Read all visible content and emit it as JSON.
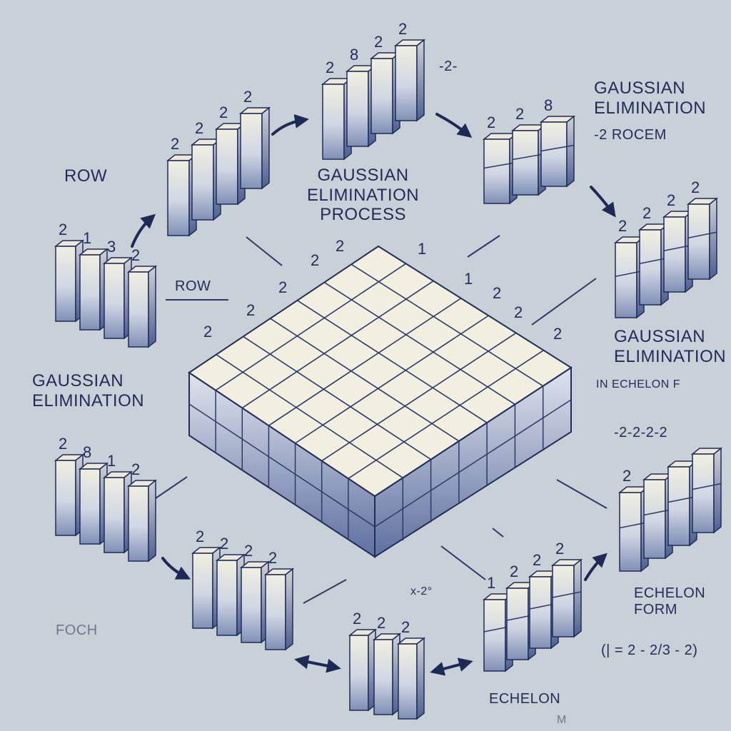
{
  "labels": {
    "row_left": "ROW",
    "row_mid": "ROW",
    "gaussian_center": "GAUSSIAN\nELIMINATION\nPROCESS",
    "gaussian_left": "GAUSSIAN\nELIMINATION",
    "gaussian_topright": "GAUSSIAN\nELIMINATION",
    "rocem": "-2 ROCEM",
    "gaussian_right": "GAUSSIAN\nELIMINATION",
    "in_echelon": "IN ECHELON F",
    "echelon_form": "ECHELON\nFORM",
    "formula": "(| = 2 - 2/3 - 2)",
    "echelon_bottom": "ECHELON",
    "foch": "FOCH",
    "x_expr": "x-2°",
    "top_expr": "-2-",
    "neg_row": "-2-2-2-2",
    "m_mark": "M"
  },
  "bar_groups": [
    {
      "id": "top-left",
      "digits": [
        "2",
        "2",
        "2",
        "2"
      ]
    },
    {
      "id": "top-center",
      "digits": [
        "2",
        "8",
        "2",
        "2"
      ]
    },
    {
      "id": "top-right",
      "digits": [
        "2",
        "2",
        "8"
      ]
    },
    {
      "id": "right-upper",
      "digits": [
        "2",
        "2",
        "2",
        "2"
      ]
    },
    {
      "id": "left",
      "digits": [
        "2",
        "1",
        "3",
        "2"
      ]
    },
    {
      "id": "left-lower",
      "digits": [
        "2",
        "8",
        "1",
        "2"
      ]
    },
    {
      "id": "bottom-left",
      "digits": [
        "2",
        "2",
        "2",
        "2"
      ]
    },
    {
      "id": "bottom-center",
      "digits": [
        "2",
        "2",
        "2"
      ]
    },
    {
      "id": "bottom-right",
      "digits": [
        "1",
        "2",
        "2",
        "2"
      ]
    },
    {
      "id": "right-lower",
      "digits": [
        "2"
      ]
    }
  ],
  "grid_digits": [
    "2",
    "2",
    "1",
    "2",
    "1",
    "2",
    "2",
    "2",
    "2",
    "2"
  ]
}
